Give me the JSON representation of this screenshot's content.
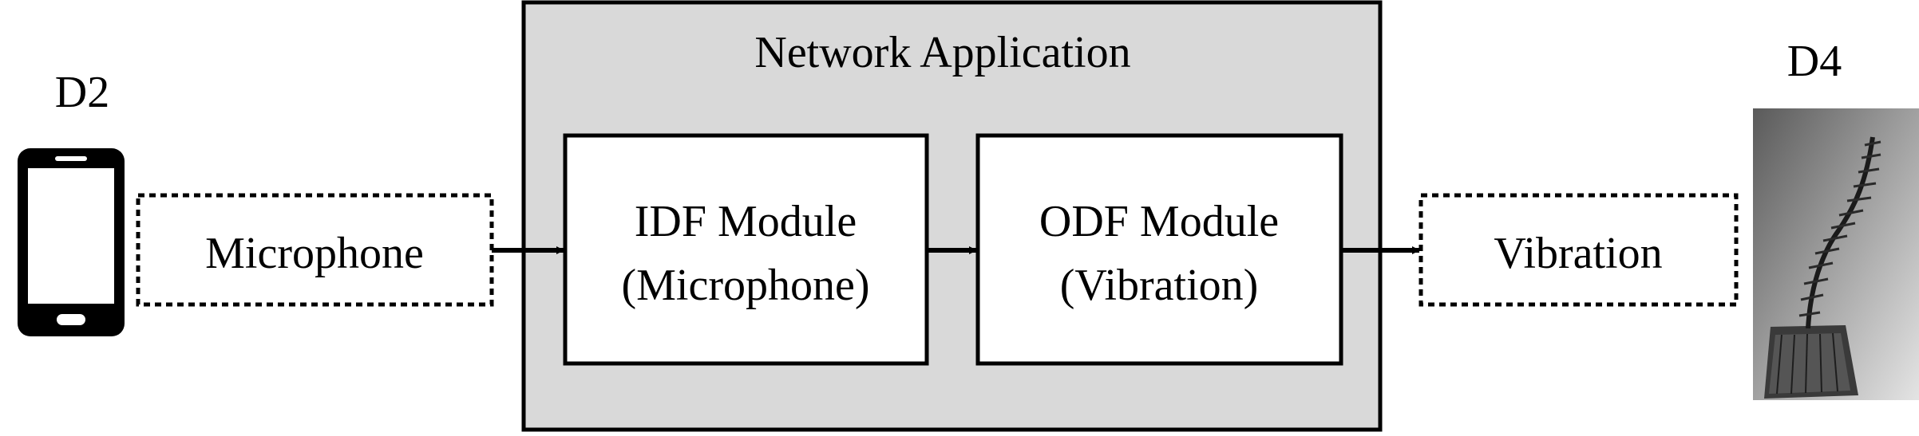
{
  "devices": {
    "left": {
      "label": "D2",
      "icon": "smartphone-icon"
    },
    "right": {
      "label": "D4",
      "icon": "vibration-device-photo"
    }
  },
  "network_application": {
    "title": "Network Application",
    "modules": [
      {
        "line1": "IDF Module",
        "line2": "(Microphone)"
      },
      {
        "line1": "ODF Module",
        "line2": "(Vibration)"
      }
    ]
  },
  "features": {
    "input": "Microphone",
    "output": "Vibration"
  },
  "colors": {
    "container_fill": "#d9d9d9",
    "stroke": "#000000"
  }
}
